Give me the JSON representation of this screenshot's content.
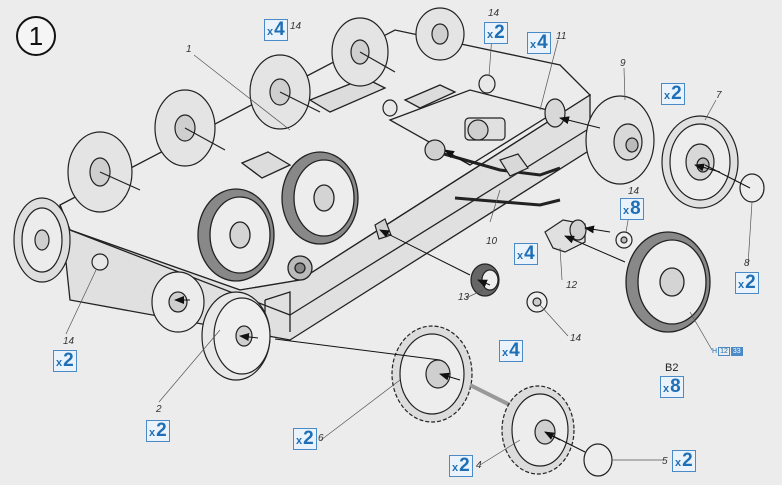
{
  "step": {
    "number": "1"
  },
  "quantity_labels": [
    {
      "id": "q-x4-top",
      "prefix": "x",
      "count": "4"
    },
    {
      "id": "q-x2-top",
      "prefix": "x",
      "count": "2"
    },
    {
      "id": "q-x4-upper",
      "prefix": "x",
      "count": "4"
    },
    {
      "id": "q-x2-part9",
      "prefix": "x",
      "count": "2"
    },
    {
      "id": "q-x8-part14",
      "prefix": "x",
      "count": "8"
    },
    {
      "id": "q-x4-part10",
      "prefix": "x",
      "count": "4"
    },
    {
      "id": "q-x2-right",
      "prefix": "x",
      "count": "2"
    },
    {
      "id": "q-x2-left",
      "prefix": "x",
      "count": "2"
    },
    {
      "id": "q-x2-part2",
      "prefix": "x",
      "count": "2"
    },
    {
      "id": "q-x4-part13",
      "prefix": "x",
      "count": "4"
    },
    {
      "id": "q-x8-b2",
      "prefix": "x",
      "count": "8"
    },
    {
      "id": "q-x2-part6",
      "prefix": "x",
      "count": "2"
    },
    {
      "id": "q-x2-part4",
      "prefix": "x",
      "count": "2"
    },
    {
      "id": "q-x2-part5",
      "prefix": "x",
      "count": "2"
    }
  ],
  "part_numbers": [
    {
      "id": "p-14-top",
      "text": "14"
    },
    {
      "id": "p-14-upper",
      "text": "14"
    },
    {
      "id": "p-11",
      "text": "11"
    },
    {
      "id": "p-1",
      "text": "1"
    },
    {
      "id": "p-9",
      "text": "9"
    },
    {
      "id": "p-7",
      "text": "7"
    },
    {
      "id": "p-14-mid",
      "text": "14"
    },
    {
      "id": "p-10",
      "text": "10"
    },
    {
      "id": "p-12",
      "text": "12"
    },
    {
      "id": "p-8",
      "text": "8"
    },
    {
      "id": "p-14-left",
      "text": "14"
    },
    {
      "id": "p-13",
      "text": "13"
    },
    {
      "id": "p-14-low",
      "text": "14"
    },
    {
      "id": "p-2",
      "text": "2"
    },
    {
      "id": "p-6",
      "text": "6"
    },
    {
      "id": "p-4",
      "text": "4"
    },
    {
      "id": "p-5",
      "text": "5"
    }
  ],
  "callouts": {
    "b2": "B2",
    "sprue_ref": {
      "letter": "H",
      "cells": [
        "12",
        "33"
      ]
    }
  },
  "colors": {
    "quantity_border": "#4a8ac6",
    "quantity_text": "#1f6fb6",
    "line_art": "#222222",
    "background": "#ececec"
  }
}
